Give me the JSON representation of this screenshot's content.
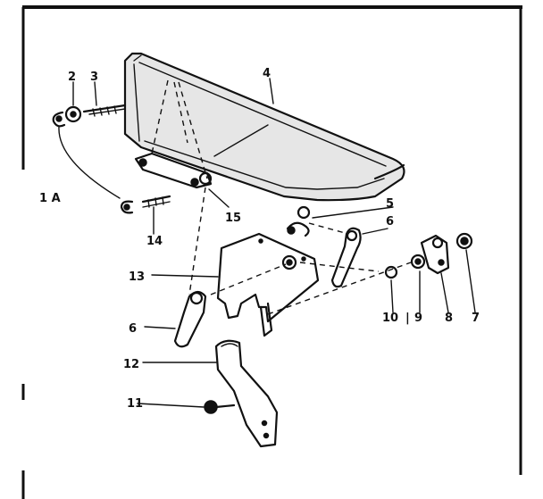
{
  "labels": {
    "l2": "2",
    "l3": "3",
    "l4": "4",
    "l1a": "1 A",
    "l15": "15",
    "l14": "14",
    "l5": "5",
    "l6a": "6",
    "l13": "13",
    "l6b": "6",
    "l10": "10",
    "l9": "9",
    "l8": "8",
    "l7": "7",
    "l12": "12",
    "l11": "11"
  }
}
